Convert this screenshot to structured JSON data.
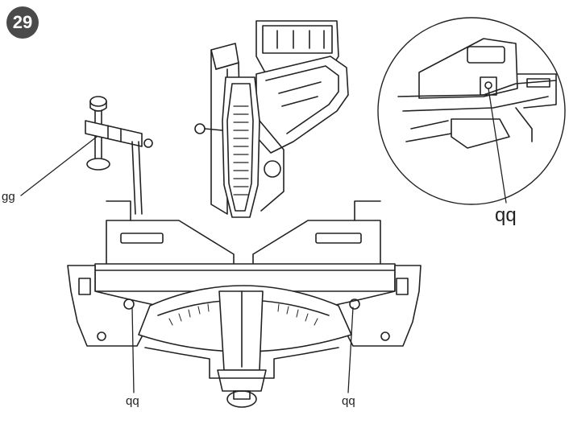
{
  "figure": {
    "step_number": "29",
    "labels": {
      "gg": "gg",
      "qq_inset": "qq",
      "qq_left": "qq",
      "qq_right": "qq"
    }
  }
}
